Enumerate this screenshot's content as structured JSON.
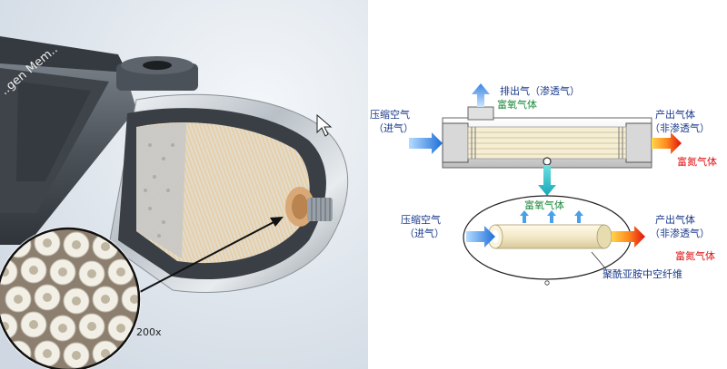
{
  "photo": {
    "magnification_label": "200x"
  },
  "diagram": {
    "top_module": {
      "inlet_label_line1": "压缩空气",
      "inlet_label_line2": "（进气）",
      "permeate_label": "排出气（渗透气）",
      "permeate_gas": "富氧气体",
      "outlet_label_line1": "产出气体",
      "outlet_label_line2": "（非渗透气）",
      "outlet_gas": "富氮气体"
    },
    "fiber_detail": {
      "inlet_label_line1": "压缩空气",
      "inlet_label_line2": "（进气）",
      "permeate_gas": "富氧气体",
      "outlet_label_line1": "产出气体",
      "outlet_label_line2": "（非渗透气）",
      "outlet_gas": "富氮气体",
      "fiber_label": "聚酰亚胺中空纤维"
    }
  },
  "colors": {
    "photo_background": "#dfe6ee",
    "housing_gray": "#5a6068",
    "fiber_cream": "#f3e9c8",
    "oxygen_green": "#1a8a3a",
    "nitrogen_red": "#e01010",
    "label_blue": "#1a3a8a"
  }
}
